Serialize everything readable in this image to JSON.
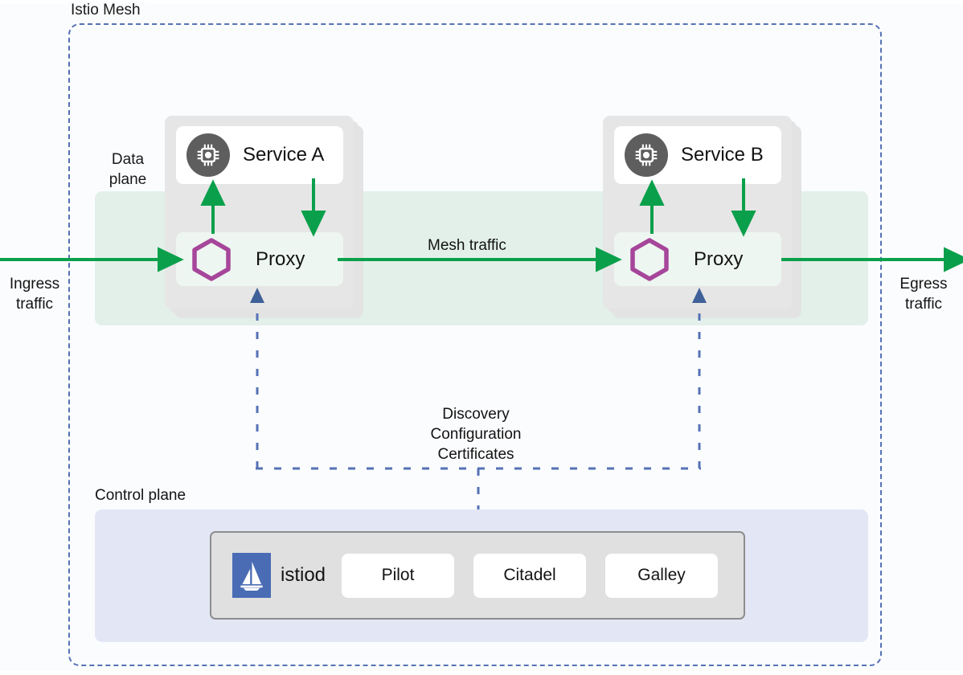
{
  "diagram": {
    "title": "Istio Mesh",
    "mesh_label": "Istio Mesh",
    "accent_colors": {
      "traffic_green": "#0aa04b",
      "mesh_border_blue": "#5572b5",
      "control_dashed_blue": "#5572b5",
      "proxy_hex_purple": "#a6469a",
      "chip_gray": "#5e5e5e",
      "dataplane_band": "#e3f0ea",
      "controlplane_band": "#e3e7f5",
      "pod_card_gray": "#e6e6e6",
      "istiod_logo_blue": "#4a6cb5"
    }
  },
  "planes": {
    "data_plane_label": "Data\nplane",
    "data_plane_label_line1": "Data",
    "data_plane_label_line2": "plane",
    "control_plane_label": "Control plane"
  },
  "traffic": {
    "ingress_line1": "Ingress",
    "ingress_line2": "traffic",
    "egress_line1": "Egress",
    "egress_line2": "traffic",
    "mesh_traffic": "Mesh traffic"
  },
  "pods": [
    {
      "id": "pod-a",
      "service_name": "Service A",
      "service_icon": "cpu-chip-icon",
      "proxy_name": "Proxy",
      "proxy_icon": "hexagon-icon"
    },
    {
      "id": "pod-b",
      "service_name": "Service B",
      "service_icon": "cpu-chip-icon",
      "proxy_name": "Proxy",
      "proxy_icon": "hexagon-icon"
    }
  ],
  "control_link": {
    "line1": "Discovery",
    "line2": "Configuration",
    "line3": "Certificates"
  },
  "control_plane": {
    "istiod_label": "istiod",
    "istiod_icon": "istio-sailboat-logo-icon",
    "components": [
      {
        "label": "Pilot"
      },
      {
        "label": "Citadel"
      },
      {
        "label": "Galley"
      }
    ]
  }
}
